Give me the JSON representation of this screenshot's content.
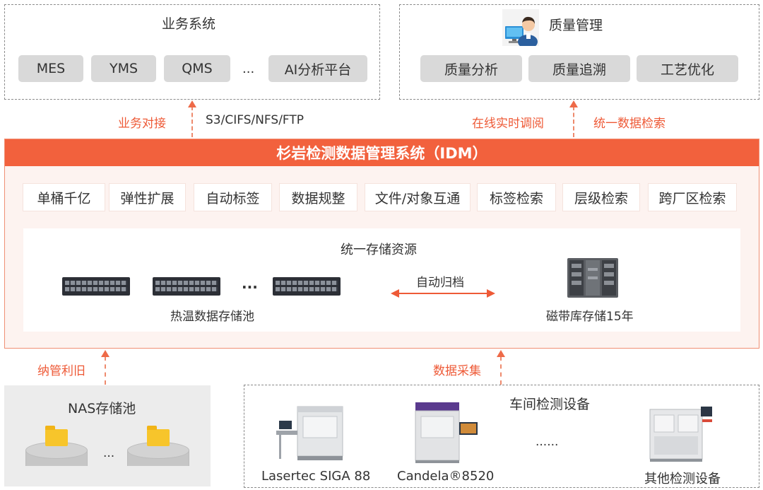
{
  "business_system": {
    "title": "业务系统",
    "items": [
      "MES",
      "YMS",
      "QMS",
      "...",
      "AI分析平台"
    ]
  },
  "quality_management": {
    "title": "质量管理",
    "icon": "user-computer-icon",
    "items": [
      "质量分析",
      "质量追溯",
      "工艺优化"
    ]
  },
  "connectors": {
    "business_link": "业务对接",
    "protocols": "S3/CIFS/NFS/FTP",
    "online_view": "在线实时调阅",
    "unified_search": "统一数据检索",
    "managed_reuse": "纳管利旧",
    "data_collection": "数据采集"
  },
  "idm": {
    "title": "杉岩检测数据管理系统（IDM）",
    "features": [
      "单桶千亿",
      "弹性扩展",
      "自动标签",
      "数据规整",
      "文件/对象互通",
      "标签检索",
      "层级检索",
      "跨厂区检索"
    ],
    "storage": {
      "title": "统一存储资源",
      "hot_pool_label": "热温数据存储池",
      "ellipsis": "...",
      "archive_label": "自动归档",
      "tape_label": "磁带库存储15年"
    }
  },
  "nas": {
    "title": "NAS存储池",
    "ellipsis": "..."
  },
  "workshop": {
    "title": "车间检测设备",
    "devices": [
      "Lasertec SIGA 88",
      "Candela®8520",
      "其他检测设备"
    ],
    "ellipsis": "......"
  },
  "colors": {
    "accent": "#f2613d",
    "accent_text": "#ee5a37",
    "button_gray": "#d9d9d9"
  }
}
